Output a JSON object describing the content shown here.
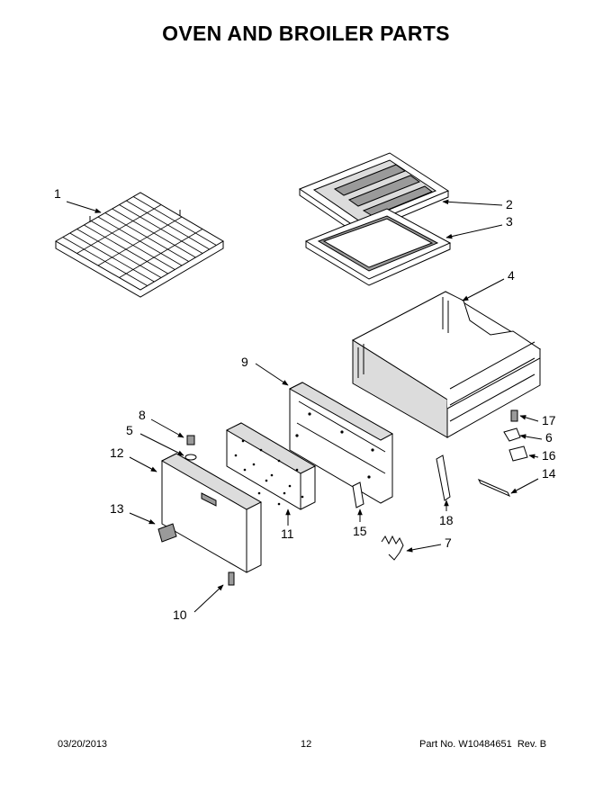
{
  "title": "OVEN AND BROILER PARTS",
  "callouts": [
    {
      "key": "1",
      "label": "1"
    },
    {
      "key": "2",
      "label": "2"
    },
    {
      "key": "3",
      "label": "3"
    },
    {
      "key": "4",
      "label": "4"
    },
    {
      "key": "5",
      "label": "5"
    },
    {
      "key": "6",
      "label": "6"
    },
    {
      "key": "7",
      "label": "7"
    },
    {
      "key": "8",
      "label": "8"
    },
    {
      "key": "9",
      "label": "9"
    },
    {
      "key": "10",
      "label": "10"
    },
    {
      "key": "11",
      "label": "11"
    },
    {
      "key": "12",
      "label": "12"
    },
    {
      "key": "13",
      "label": "13"
    },
    {
      "key": "14",
      "label": "14"
    },
    {
      "key": "15",
      "label": "15"
    },
    {
      "key": "16",
      "label": "16"
    },
    {
      "key": "17",
      "label": "17"
    },
    {
      "key": "18",
      "label": "18"
    }
  ],
  "footer": {
    "date": "03/20/2013",
    "page": "12",
    "part_label": "Part No. W10484651",
    "rev_label": "Rev. B"
  }
}
